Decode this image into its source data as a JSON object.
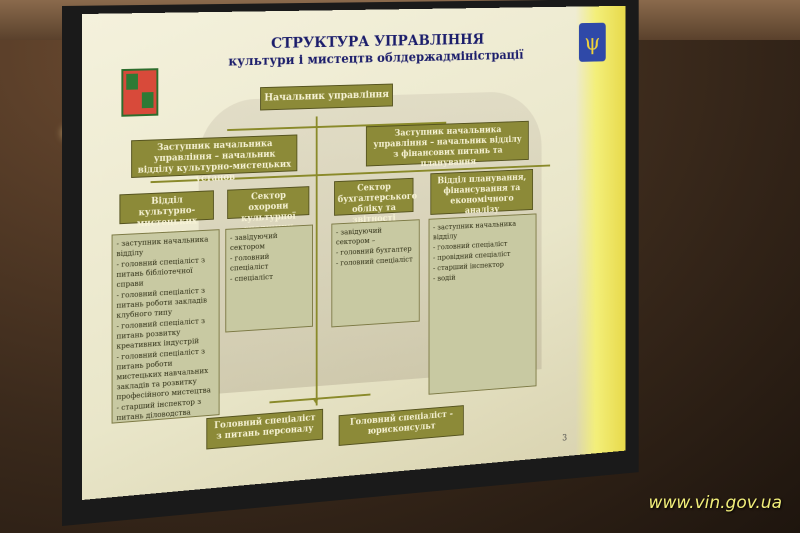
{
  "slide": {
    "title_line1": "СТРУКТУРА УПРАВЛІННЯ",
    "title_line2": "культури і мистецтв облдержадміністрації",
    "head": "Начальник управління",
    "deputy_left": "Заступник начальника управління – начальник відділу культурно-мистецьких установ",
    "deputy_right": "Заступник начальника управління – начальник відділу з фінансових питань та планування",
    "depts": [
      "Відділ культурно-мистецьких установ",
      "Сектор охорони культурної спадщини",
      "Сектор бухгалтерського обліку та звітності",
      "Відділ планування, фінансування та економічного аналізу"
    ],
    "list1": [
      "- заступник начальника відділу",
      "- головний спеціаліст з питань бібліотечної справи",
      "- головний спеціаліст з питань роботи закладів клубного типу",
      "- головний спеціаліст з питань розвитку креативних індустрій",
      "- головний спеціаліст з питань роботи мистецьких навчальних закладів та розвитку професійного мистецтва",
      "- старший інспектор з питань діловодства"
    ],
    "list2": [
      "- завідуючий сектором",
      "- головний спеціаліст",
      "- спеціаліст"
    ],
    "list3": [
      "- завідуючий сектором –",
      "- головний бухгалтер",
      "- головний спеціаліст"
    ],
    "list4": [
      "- заступник начальника відділу",
      "- головний спеціаліст",
      "- провідний спеціаліст",
      "- старший інспектор",
      "- водій"
    ],
    "bottom_left": "Головний спеціаліст з питань персоналу",
    "bottom_right": "Головний спеціаліст - юрисконсульт",
    "page_number": "3"
  },
  "watermark": "www.vin.gov.ua"
}
